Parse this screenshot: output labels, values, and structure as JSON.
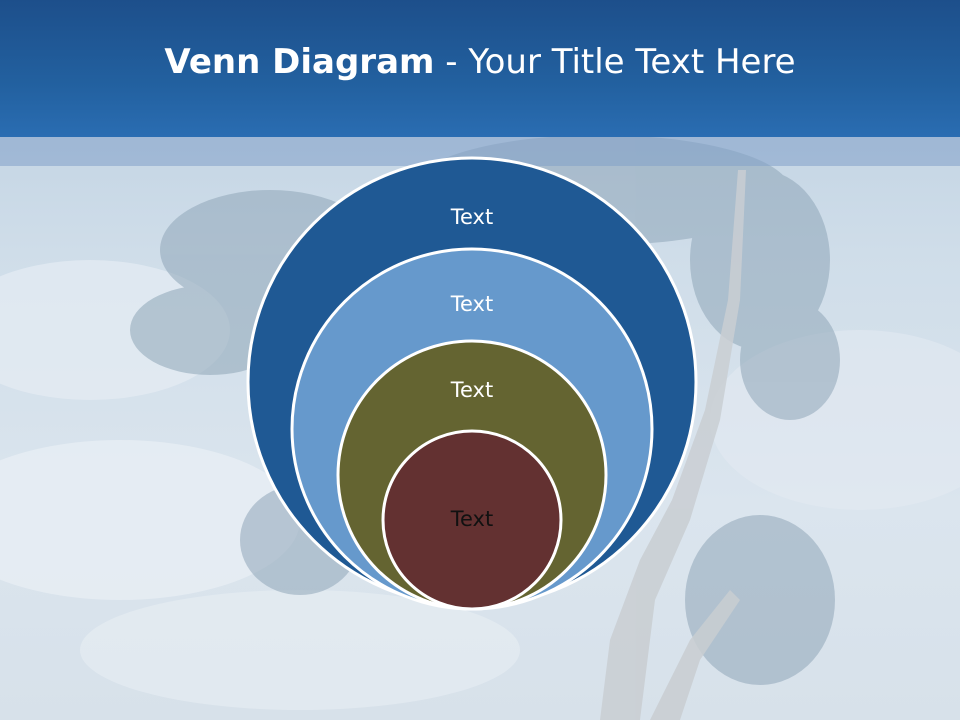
{
  "slide": {
    "title_bold": "Venn Diagram",
    "title_rest": " - Your Title Text Here"
  },
  "colors": {
    "header": "#22609f",
    "circle_outer": "#1f5994",
    "circle_second": "#6699cc",
    "circle_third": "#646431",
    "circle_inner": "#633131",
    "circle_stroke": "#ffffff"
  },
  "diagram": {
    "circles": [
      {
        "label": "Text"
      },
      {
        "label": "Text"
      },
      {
        "label": "Text"
      },
      {
        "label": "Text"
      }
    ]
  }
}
